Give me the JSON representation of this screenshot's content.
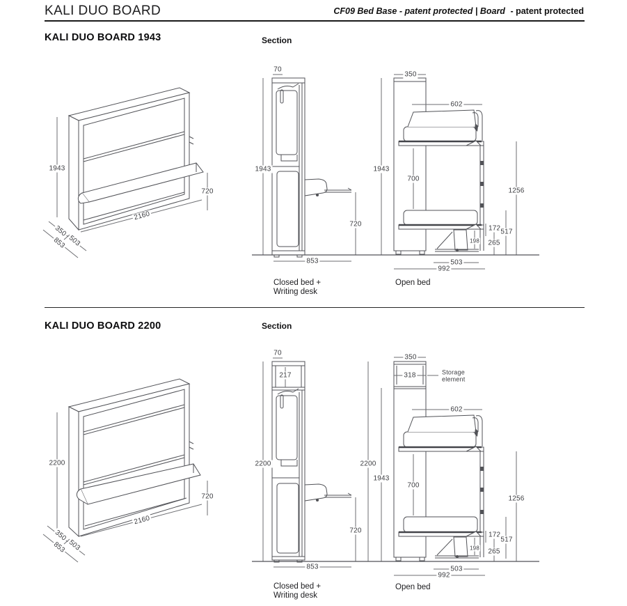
{
  "header": {
    "brand": "KALI DUO BOARD",
    "patent_italic": "CF09 Bed Base - patent protected | Board",
    "patent_bold": "- patent protected"
  },
  "palette": {
    "object_line": "#515257",
    "dimension_line": "#6d6e72",
    "dimension_text": "#3c3d41",
    "title_text": "#0c0c0e"
  },
  "model_1943": {
    "title": "KALI DUO BOARD 1943",
    "section_heading": "Section",
    "perspective": {
      "height": "1943",
      "width": "2160",
      "desk_height": "720",
      "depth_cabinet": "350",
      "depth_desk": "503",
      "depth_total": "853"
    },
    "closed_view": {
      "top_thickness": "70",
      "height": "1943",
      "desk_height": "720",
      "depth": "853",
      "caption_line1": "Closed bed +",
      "caption_line2": "Writing desk"
    },
    "open_view": {
      "upright_depth": "350",
      "bed_depth": "602",
      "height": "1943",
      "bunk_gap": "700",
      "upper_bed_height": "1256",
      "frame_thickness": "172",
      "lower_bed_height": "517",
      "desk_stack": "198",
      "clearance": "265",
      "bed_projection": "503",
      "total_projection": "992",
      "caption": "Open bed"
    }
  },
  "model_2200": {
    "title": "KALI DUO BOARD 2200",
    "section_heading": "Section",
    "perspective": {
      "height": "2200",
      "width": "2160",
      "desk_height": "720",
      "depth_cabinet": "350",
      "depth_desk": "503",
      "depth_total": "853"
    },
    "closed_view": {
      "top_thickness": "70",
      "storage_height": "217",
      "height": "2200",
      "desk_height": "720",
      "depth": "853",
      "caption_line1": "Closed bed +",
      "caption_line2": "Writing desk"
    },
    "open_view": {
      "upright_depth": "350",
      "storage_depth": "318",
      "storage_label_line1": "Storage",
      "storage_label_line2": "element",
      "total_height": "2200",
      "bed_section_height": "1943",
      "bed_depth": "602",
      "bunk_gap": "700",
      "upper_bed_height": "1256",
      "frame_thickness": "172",
      "lower_bed_height": "517",
      "desk_stack": "198",
      "clearance": "265",
      "bed_projection": "503",
      "total_projection": "992",
      "caption": "Open bed"
    }
  }
}
